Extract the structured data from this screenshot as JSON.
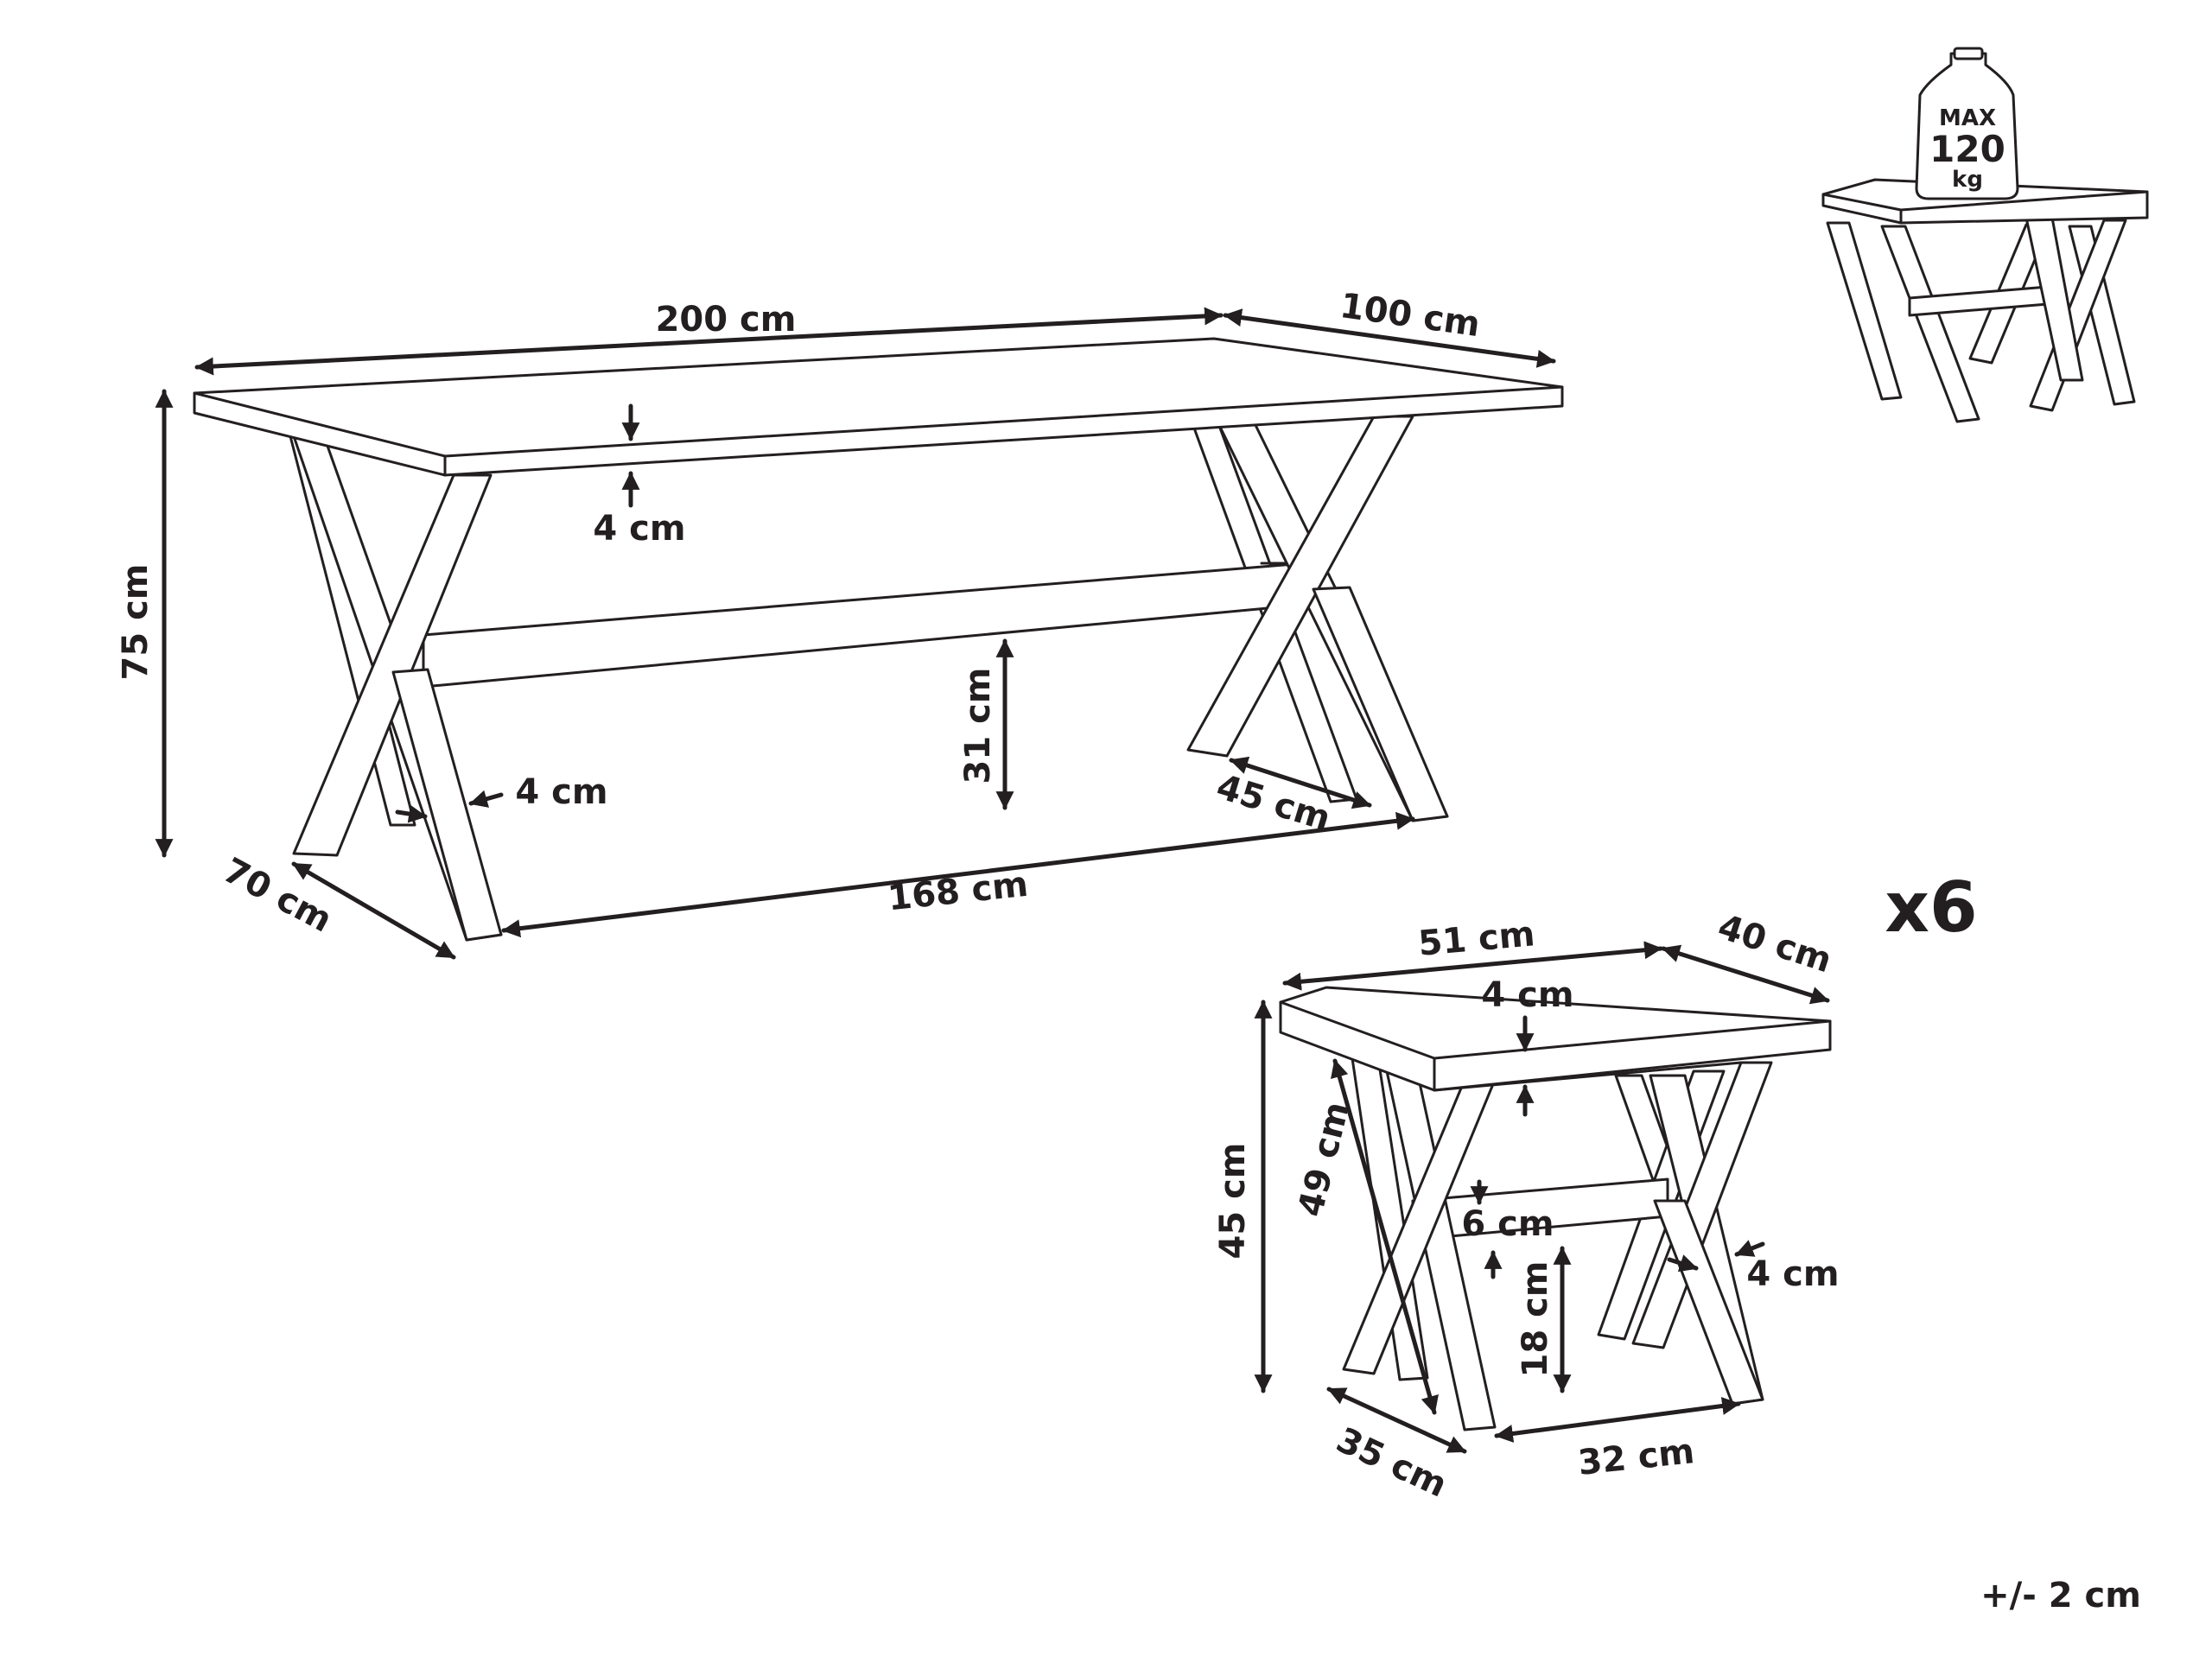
{
  "table": {
    "length": "200 cm",
    "depth": "100 cm",
    "height": "75 cm",
    "top_thickness": "4 cm",
    "leg_thickness": "4 cm",
    "stretcher_height": "31 cm",
    "leg_depth": "45 cm",
    "leg_span": "168 cm",
    "foot_depth": "70 cm"
  },
  "stool": {
    "quantity": "x6",
    "length": "51 cm",
    "depth": "40 cm",
    "top_thickness": "4 cm",
    "height": "45 cm",
    "leg_length": "49 cm",
    "stretcher_thickness": "6 cm",
    "leg_thickness": "4 cm",
    "stretcher_height": "18 cm",
    "foot_depth": "35 cm",
    "leg_span": "32 cm"
  },
  "load_badge": {
    "line1": "MAX",
    "line2": "120",
    "line3": "kg"
  },
  "tolerance": "+/- 2 cm"
}
